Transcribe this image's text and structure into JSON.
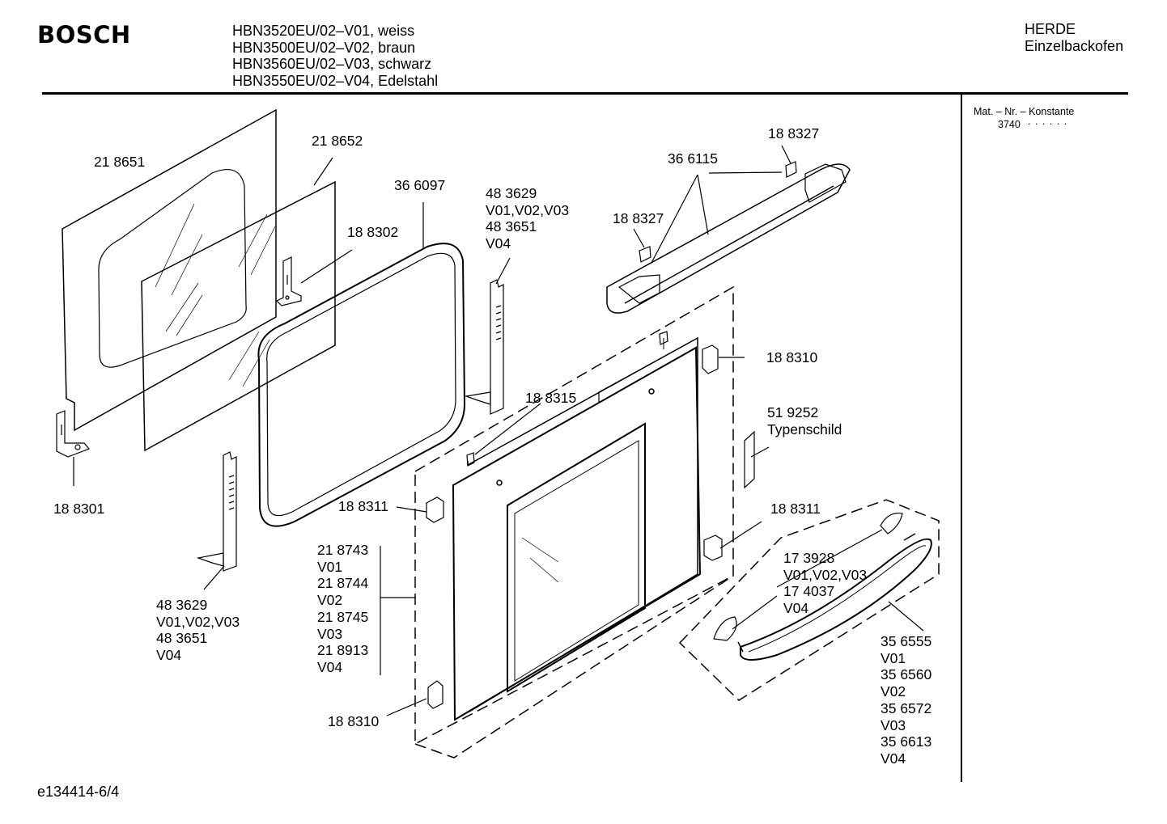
{
  "header": {
    "brand": "BOSCH",
    "models": [
      "HBN3520EU/02–V01, weiss",
      "HBN3500EU/02–V02, braun",
      "HBN3560EU/02–V03, schwarz",
      "HBN3550EU/02–V04, Edelstahl"
    ],
    "category": [
      "HERDE",
      "Einzelbackofen"
    ]
  },
  "sidebar": {
    "title": "Mat. – Nr. – Konstante",
    "value": "3740",
    "dots": ". .   . . . ."
  },
  "labels": {
    "p218651": [
      "21 8651"
    ],
    "p218652": [
      "21 8652"
    ],
    "p366097": [
      "36 6097"
    ],
    "p188302": [
      "18 8302"
    ],
    "p483629_top": [
      "48 3629",
      "V01,V02,V03",
      "48 3651",
      "V04"
    ],
    "p188327_top": [
      "18 8327"
    ],
    "p366115": [
      "36 6115"
    ],
    "p188327_left": [
      "18 8327"
    ],
    "p188310_right": [
      "18 8310"
    ],
    "p188315": [
      "18 8315"
    ],
    "p519252": [
      "51 9252",
      "Typenschild"
    ],
    "p188301": [
      "18 8301"
    ],
    "p188311_left": [
      "18 8311"
    ],
    "p188311_right": [
      "18 8311"
    ],
    "p218743": [
      "21 8743",
      "V01",
      "21 8744",
      "V02",
      "21 8745",
      "V03",
      "21 8913",
      "V04"
    ],
    "p173928": [
      "17 3928",
      "V01,V02,V03",
      "17 4037",
      "V04"
    ],
    "p483629_bottom": [
      "48 3629",
      "V01,V02,V03",
      "48 3651",
      "V04"
    ],
    "p356555": [
      "35 6555",
      "V01",
      "35 6560",
      "V02",
      "35 6572",
      "V03",
      "35 6613",
      "V04"
    ],
    "p188310_bottom": [
      "18 8310"
    ]
  },
  "footer": {
    "code": "e134414-6/4"
  }
}
